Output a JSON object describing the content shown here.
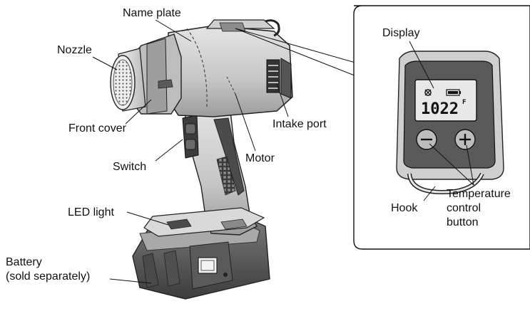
{
  "labels": {
    "name_plate": "Name plate",
    "nozzle": "Nozzle",
    "front_cover": "Front cover",
    "intake_port": "Intake port",
    "switch": "Switch",
    "motor": "Motor",
    "led_light": "LED light",
    "battery_line1": "Battery",
    "battery_line2": "(sold separately)",
    "display": "Display",
    "hook": "Hook",
    "temp_line1": "Temperature",
    "temp_line2": "control",
    "temp_line3": "button"
  },
  "display_screen": {
    "readout": "1022",
    "unit": "F"
  },
  "colors": {
    "body_light": "#d7d7d7",
    "body_mid": "#b9b9b9",
    "body_dark": "#6f6f6f",
    "grip_dark": "#3e3e3e",
    "ink": "#111111"
  }
}
